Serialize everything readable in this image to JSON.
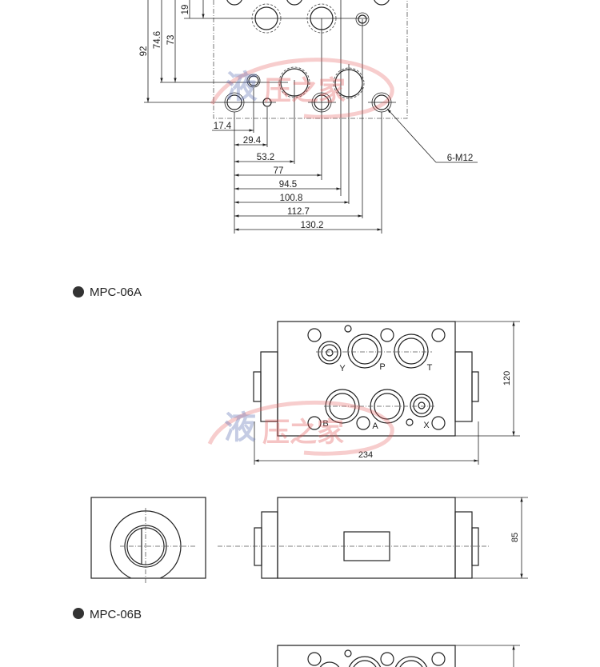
{
  "top_drawing": {
    "vertical_dims": [
      "92",
      "74.6",
      "73",
      "19"
    ],
    "horizontal_dims": [
      "17.4",
      "29.4",
      "53.2",
      "77",
      "94.5",
      "100.8",
      "112.7",
      "130.2"
    ],
    "thread_callout": "6-M12"
  },
  "sections": [
    {
      "title": "MPC-06A",
      "port_labels": {
        "Y": "Y",
        "P": "P",
        "T": "T",
        "B": "B",
        "A": "A",
        "X": "X"
      },
      "width_dim": "234",
      "height_dim": "120",
      "side_height_dim": "85"
    },
    {
      "title": "MPC-06B"
    }
  ],
  "watermark": "液压之家",
  "colors": {
    "line": "#222222",
    "watermark_red": "#e35a5a",
    "watermark_blue": "#5b6fb5"
  }
}
